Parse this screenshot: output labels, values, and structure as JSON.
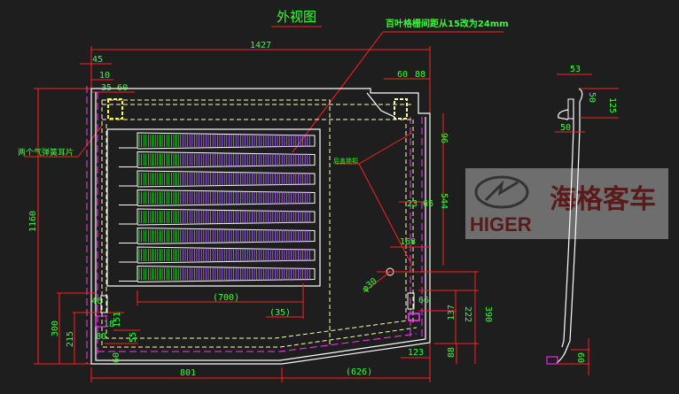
{
  "drawing": {
    "title": "外视图",
    "note_louver": "百叶格栅间距从15改为24mm",
    "note_left": "两个气弹簧耳片",
    "note_mid": "后盖锁扣",
    "colors": {
      "background": "#1e1e1e",
      "dimension": "#ff2020",
      "text": "#33ff33",
      "outline": "#ffffff",
      "hidden": "#ffffb0",
      "centerline": "#ff33ff"
    }
  },
  "dimensions": {
    "overall_width": "1427",
    "d45": "45",
    "d10": "10",
    "d35_60": "35 60",
    "d60": "60",
    "d88": "88",
    "overall_height": "1160",
    "d96": "96",
    "d544": "544",
    "d23_65": "23 65",
    "d168": "168",
    "phi30": "φ30",
    "d66": "66",
    "d222": "222",
    "d390": "390",
    "d137": "137",
    "d88b": "88",
    "d123": "123",
    "d626": "(626)",
    "d801": "801",
    "d700": "(700)",
    "d35p": "(35)",
    "d46": "46",
    "d151": "151",
    "d18": "18",
    "d80": "80",
    "d55": "55",
    "d60b": "60",
    "d300": "300",
    "d215": "215"
  },
  "profile": {
    "d53": "53",
    "d50a": "50",
    "d125": "125",
    "d50b": "50",
    "d60": "60"
  },
  "watermark": {
    "brand_en": "HIGER",
    "brand_cn": "海格客车"
  }
}
